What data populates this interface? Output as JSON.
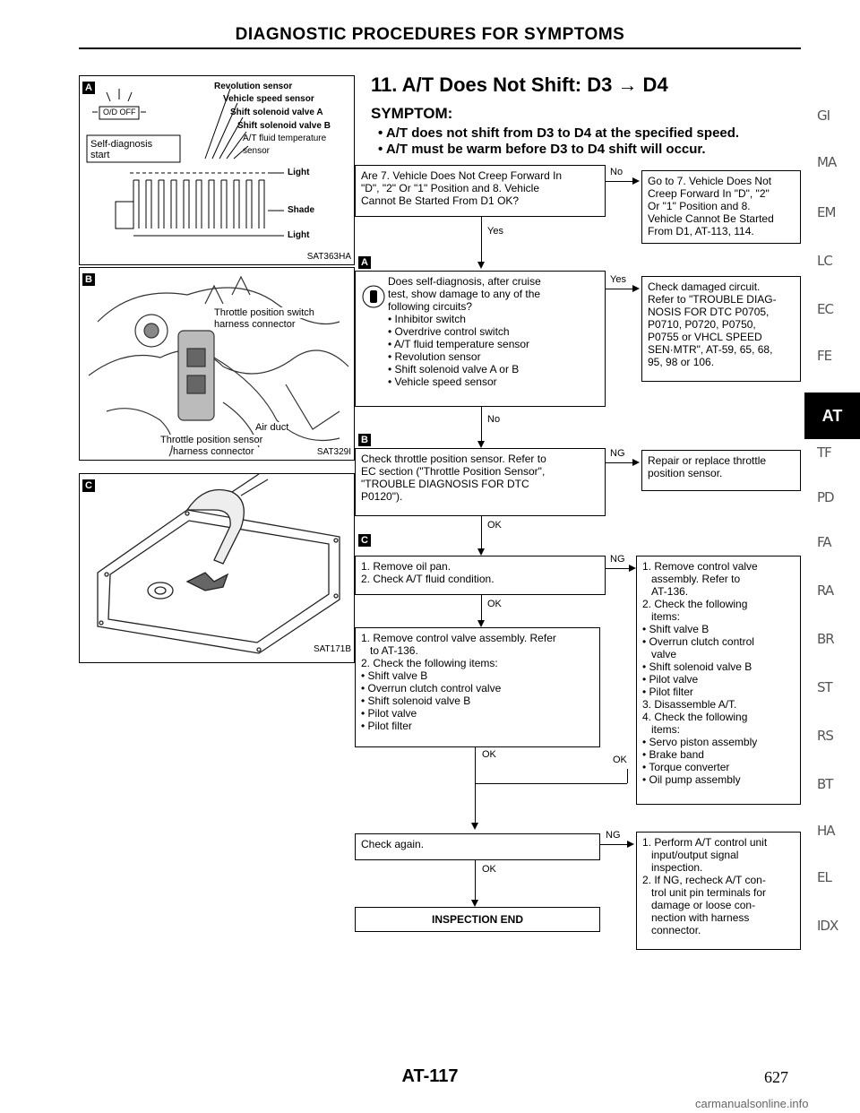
{
  "header": "DIAGNOSTIC PROCEDURES FOR SYMPTOMS",
  "title": "11. A/T Does Not Shift: D3 → D4",
  "symptom": {
    "heading": "SYMPTOM:",
    "lines": [
      "• A/T does not shift from D3 to D4 at the specified speed.",
      "• A/T must be warm before D3 to D4 shift will occur."
    ]
  },
  "fig_a": {
    "tag": "A",
    "labels": [
      "Revolution sensor",
      "Vehicle speed sensor",
      "Shift solenoid valve A",
      "Shift solenoid valve B",
      "A/T fluid temperature",
      "sensor",
      "Light",
      "Shade",
      "Light"
    ],
    "od_off": "O/D OFF",
    "self_diag": "Self-diagnosis",
    "start": "start",
    "code": "SAT363HA"
  },
  "fig_b": {
    "tag": "B",
    "labels": [
      "Throttle position switch",
      "harness connector",
      "Air duct",
      "Throttle position sensor",
      "harness connector"
    ],
    "code": "SAT329I"
  },
  "fig_c": {
    "tag": "C",
    "code": "SAT171B"
  },
  "flow": {
    "q1": [
      "Are 7. Vehicle Does Not Creep Forward In",
      "\"D\", \"2\" Or \"1\" Position and 8. Vehicle",
      "Cannot Be Started From D1 OK?"
    ],
    "q1_no": "No",
    "q1_yes": "Yes",
    "r1": [
      "Go to 7. Vehicle Does Not",
      "Creep Forward In \"D\", \"2\"",
      "Or \"1\" Position and 8.",
      "Vehicle Cannot Be Started",
      "From D1, AT-113, 114."
    ],
    "tag_a": "A",
    "q2": [
      "Does self-diagnosis, after cruise",
      "test, show damage to any of the",
      "following circuits?",
      "• Inhibitor switch",
      "• Overdrive control switch",
      "• A/T fluid temperature sensor",
      "• Revolution sensor",
      "• Shift solenoid valve A or B",
      "• Vehicle speed sensor"
    ],
    "q2_yes": "Yes",
    "q2_no": "No",
    "r2": [
      "Check damaged circuit.",
      "Refer to \"TROUBLE DIAG-",
      "NOSIS FOR DTC P0705,",
      "P0710, P0720, P0750,",
      "P0755 or VHCL SPEED",
      "SEN·MTR\", AT-59, 65, 68,",
      "95, 98 or 106."
    ],
    "tag_b": "B",
    "q3": [
      "Check throttle position sensor. Refer to",
      "EC section (\"Throttle Position Sensor\",",
      "\"TROUBLE DIAGNOSIS FOR DTC",
      "P0120\")."
    ],
    "q3_ng": "NG",
    "q3_ok": "OK",
    "r3": [
      "Repair or replace throttle",
      "position sensor."
    ],
    "tag_c": "C",
    "q4": [
      "1. Remove oil pan.",
      "2. Check A/T fluid condition."
    ],
    "q4_ng": "NG",
    "q4_ok": "OK",
    "r4": [
      "1. Remove control valve",
      "    assembly. Refer to",
      "    AT-136.",
      "2. Check the following",
      "    items:",
      "• Shift valve B",
      "• Overrun clutch control",
      "   valve",
      "• Shift solenoid valve B",
      "• Pilot valve",
      "• Pilot filter",
      "3. Disassemble A/T.",
      "4. Check the following",
      "    items:",
      "• Servo piston assembly",
      "• Brake band",
      "• Torque converter",
      "• Oil pump assembly"
    ],
    "q5": [
      "1. Remove control valve assembly. Refer",
      "    to AT-136.",
      "2. Check the following items:",
      "• Shift valve B",
      "• Overrun clutch control valve",
      "• Shift solenoid valve B",
      "• Pilot valve",
      "• Pilot filter"
    ],
    "q5_ok": "OK",
    "r4_ok": "OK",
    "q6": [
      "Check again."
    ],
    "q6_ng": "NG",
    "q6_ok": "OK",
    "r6": [
      "1. Perform A/T control unit",
      "    input/output signal",
      "    inspection.",
      "2. If NG, recheck A/T con-",
      "    trol unit pin terminals for",
      "    damage or loose con-",
      "    nection with harness",
      "    connector."
    ],
    "end": "INSPECTION END"
  },
  "side_index": [
    "GI",
    "MA",
    "EM",
    "LC",
    "EC",
    "FE",
    "TF",
    "PD",
    "FA",
    "RA",
    "BR",
    "ST",
    "RS",
    "BT",
    "HA",
    "EL",
    "IDX"
  ],
  "side_active": "AT",
  "footer": "AT-117",
  "page_number": "627",
  "watermark": "carmanualsonline.info"
}
